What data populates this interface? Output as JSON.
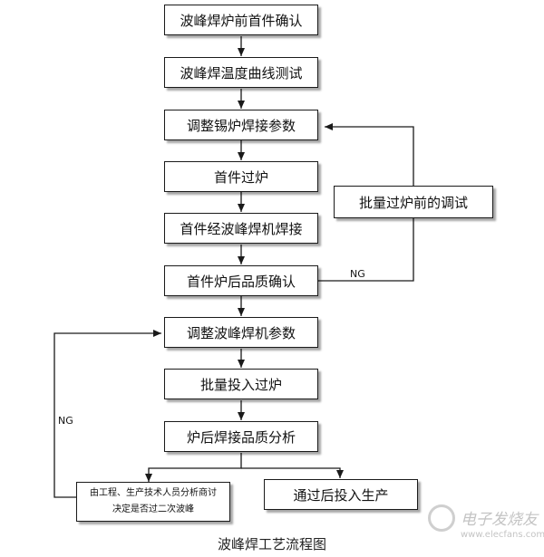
{
  "flow": {
    "steps": [
      "波峰焊炉前首件确认",
      "波峰焊温度曲线测试",
      "调整锡炉焊接参数",
      "首件过炉",
      "首件经波峰焊机焊接",
      "首件炉后品质确认",
      "调整波峰焊机参数",
      "批量投入过炉",
      "炉后焊接品质分析"
    ],
    "side_step": "批量过炉前的调试",
    "ng_box": {
      "line1": "由工程、生产技术人员分析商讨",
      "line2": "决定是否过二次波峰"
    },
    "pass_box": "通过后投入生产",
    "ng_label_left": "NG",
    "ng_label_right": "NG"
  },
  "caption": "波峰焊工艺流程图",
  "watermark": {
    "text": "电子发烧友",
    "url": "www.elecfans.com"
  },
  "colors": {
    "line": "#1a1a1a",
    "box_border": "#1a1a1a",
    "background": "#ffffff",
    "watermark": "#c4c4c4"
  }
}
